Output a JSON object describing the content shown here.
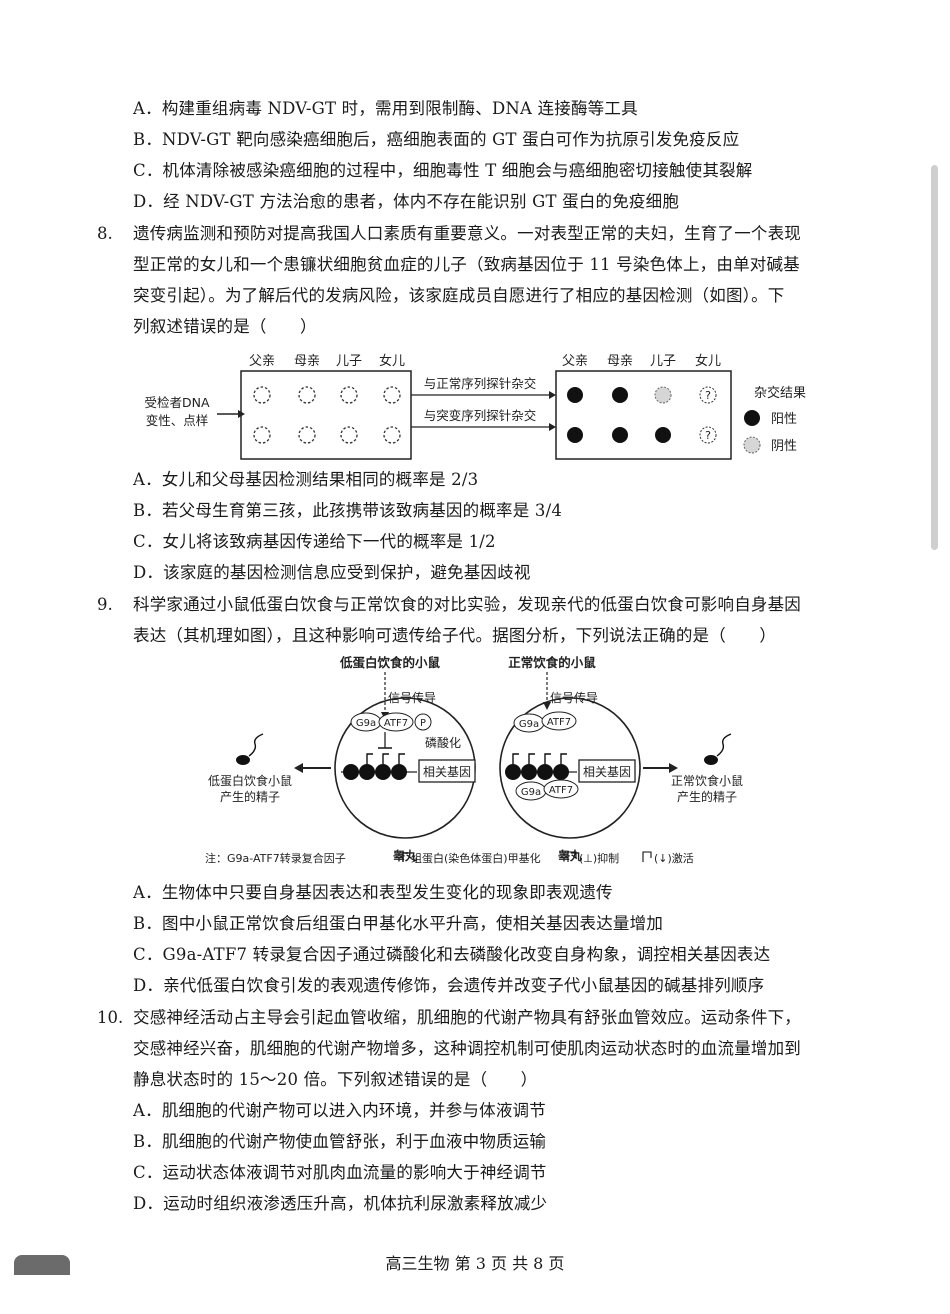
{
  "q7_options": [
    "A．构建重组病毒 NDV-GT 时，需用到限制酶、DNA 连接酶等工具",
    "B．NDV-GT 靶向感染癌细胞后，癌细胞表面的 GT 蛋白可作为抗原引发免疫反应",
    "C．机体清除被感染癌细胞的过程中，细胞毒性 T 细胞会与癌细胞密切接触使其裂解",
    "D．经 NDV-GT 方法治愈的患者，体内不存在能识别 GT 蛋白的免疫细胞"
  ],
  "q8": {
    "number": "8.",
    "stem": [
      "遗传病监测和预防对提高我国人口素质有重要意义。一对表型正常的夫妇，生育了一个表现",
      "型正常的女儿和一个患镰状细胞贫血症的儿子（致病基因位于 11 号染色体上，由单对碱基",
      "突变引起）。为了解后代的发病风险，该家庭成员自愿进行了相应的基因检测（如图）。下",
      "列叙述错误的是（　　）"
    ],
    "figure": {
      "members": [
        "父亲",
        "母亲",
        "儿子",
        "女儿"
      ],
      "input_label": [
        "受检者DNA",
        "变性、点样"
      ],
      "probe_normal": "与正常序列探针杂交",
      "probe_mutant": "与突变序列探针杂交",
      "legend_title": "杂交结果",
      "positive": "阳性",
      "negative": "阴性",
      "unknown_mark": "?"
    },
    "options": [
      "A．女儿和父母基因检测结果相同的概率是 2/3",
      "B．若父母生育第三孩，此孩携带该致病基因的概率是 3/4",
      "C．女儿将该致病基因传递给下一代的概率是 1/2",
      "D．该家庭的基因检测信息应受到保护，避免基因歧视"
    ]
  },
  "q9": {
    "number": "9.",
    "stem": [
      "科学家通过小鼠低蛋白饮食与正常饮食的对比实验，发现亲代的低蛋白饮食可影响自身基因",
      "表达（其机理如图），且这种影响可遗传给子代。据图分析，下列说法正确的是（　　）"
    ],
    "figure": {
      "left_title": "低蛋白饮食的小鼠",
      "right_title": "正常饮食的小鼠",
      "signal": "信号传导",
      "g9a": "G9a",
      "atf7": "ATF7",
      "p": "P",
      "phos": "磷酸化",
      "gene": "相关基因",
      "testis": "睾丸",
      "left_sperm": [
        "低蛋白饮食小鼠",
        "产生的精子"
      ],
      "right_sperm": [
        "正常饮食小鼠",
        "产生的精子"
      ],
      "note": "注：G9a-ATF7转录复合因子",
      "note_methyl": "组蛋白(染色体蛋白)甲基化",
      "note_inhibit": "(⊥)抑制",
      "note_activate": "(↓)激活"
    },
    "options": [
      "A．生物体中只要自身基因表达和表型发生变化的现象即表观遗传",
      "B．图中小鼠正常饮食后组蛋白甲基化水平升高，使相关基因表达量增加",
      "C．G9a-ATF7 转录复合因子通过磷酸化和去磷酸化改变自身构象，调控相关基因表达",
      "D．亲代低蛋白饮食引发的表观遗传修饰，会遗传并改变子代小鼠基因的碱基排列顺序"
    ]
  },
  "q10": {
    "number": "10.",
    "stem": [
      "交感神经活动占主导会引起血管收缩，肌细胞的代谢产物具有舒张血管效应。运动条件下，",
      "交感神经兴奋，肌细胞的代谢产物增多，这种调控机制可使肌肉运动状态时的血流量增加到",
      "静息状态时的 15～20 倍。下列叙述错误的是（　　）"
    ],
    "options": [
      "A．肌细胞的代谢产物可以进入内环境，并参与体液调节",
      "B．肌细胞的代谢产物使血管舒张，利于血液中物质运输",
      "C．运动状态体液调节对肌肉血流量的影响大于神经调节",
      "D．运动时组织液渗透压升高，机体抗利尿激素释放减少"
    ]
  },
  "footer": "高三生物  第 3 页  共 8 页"
}
